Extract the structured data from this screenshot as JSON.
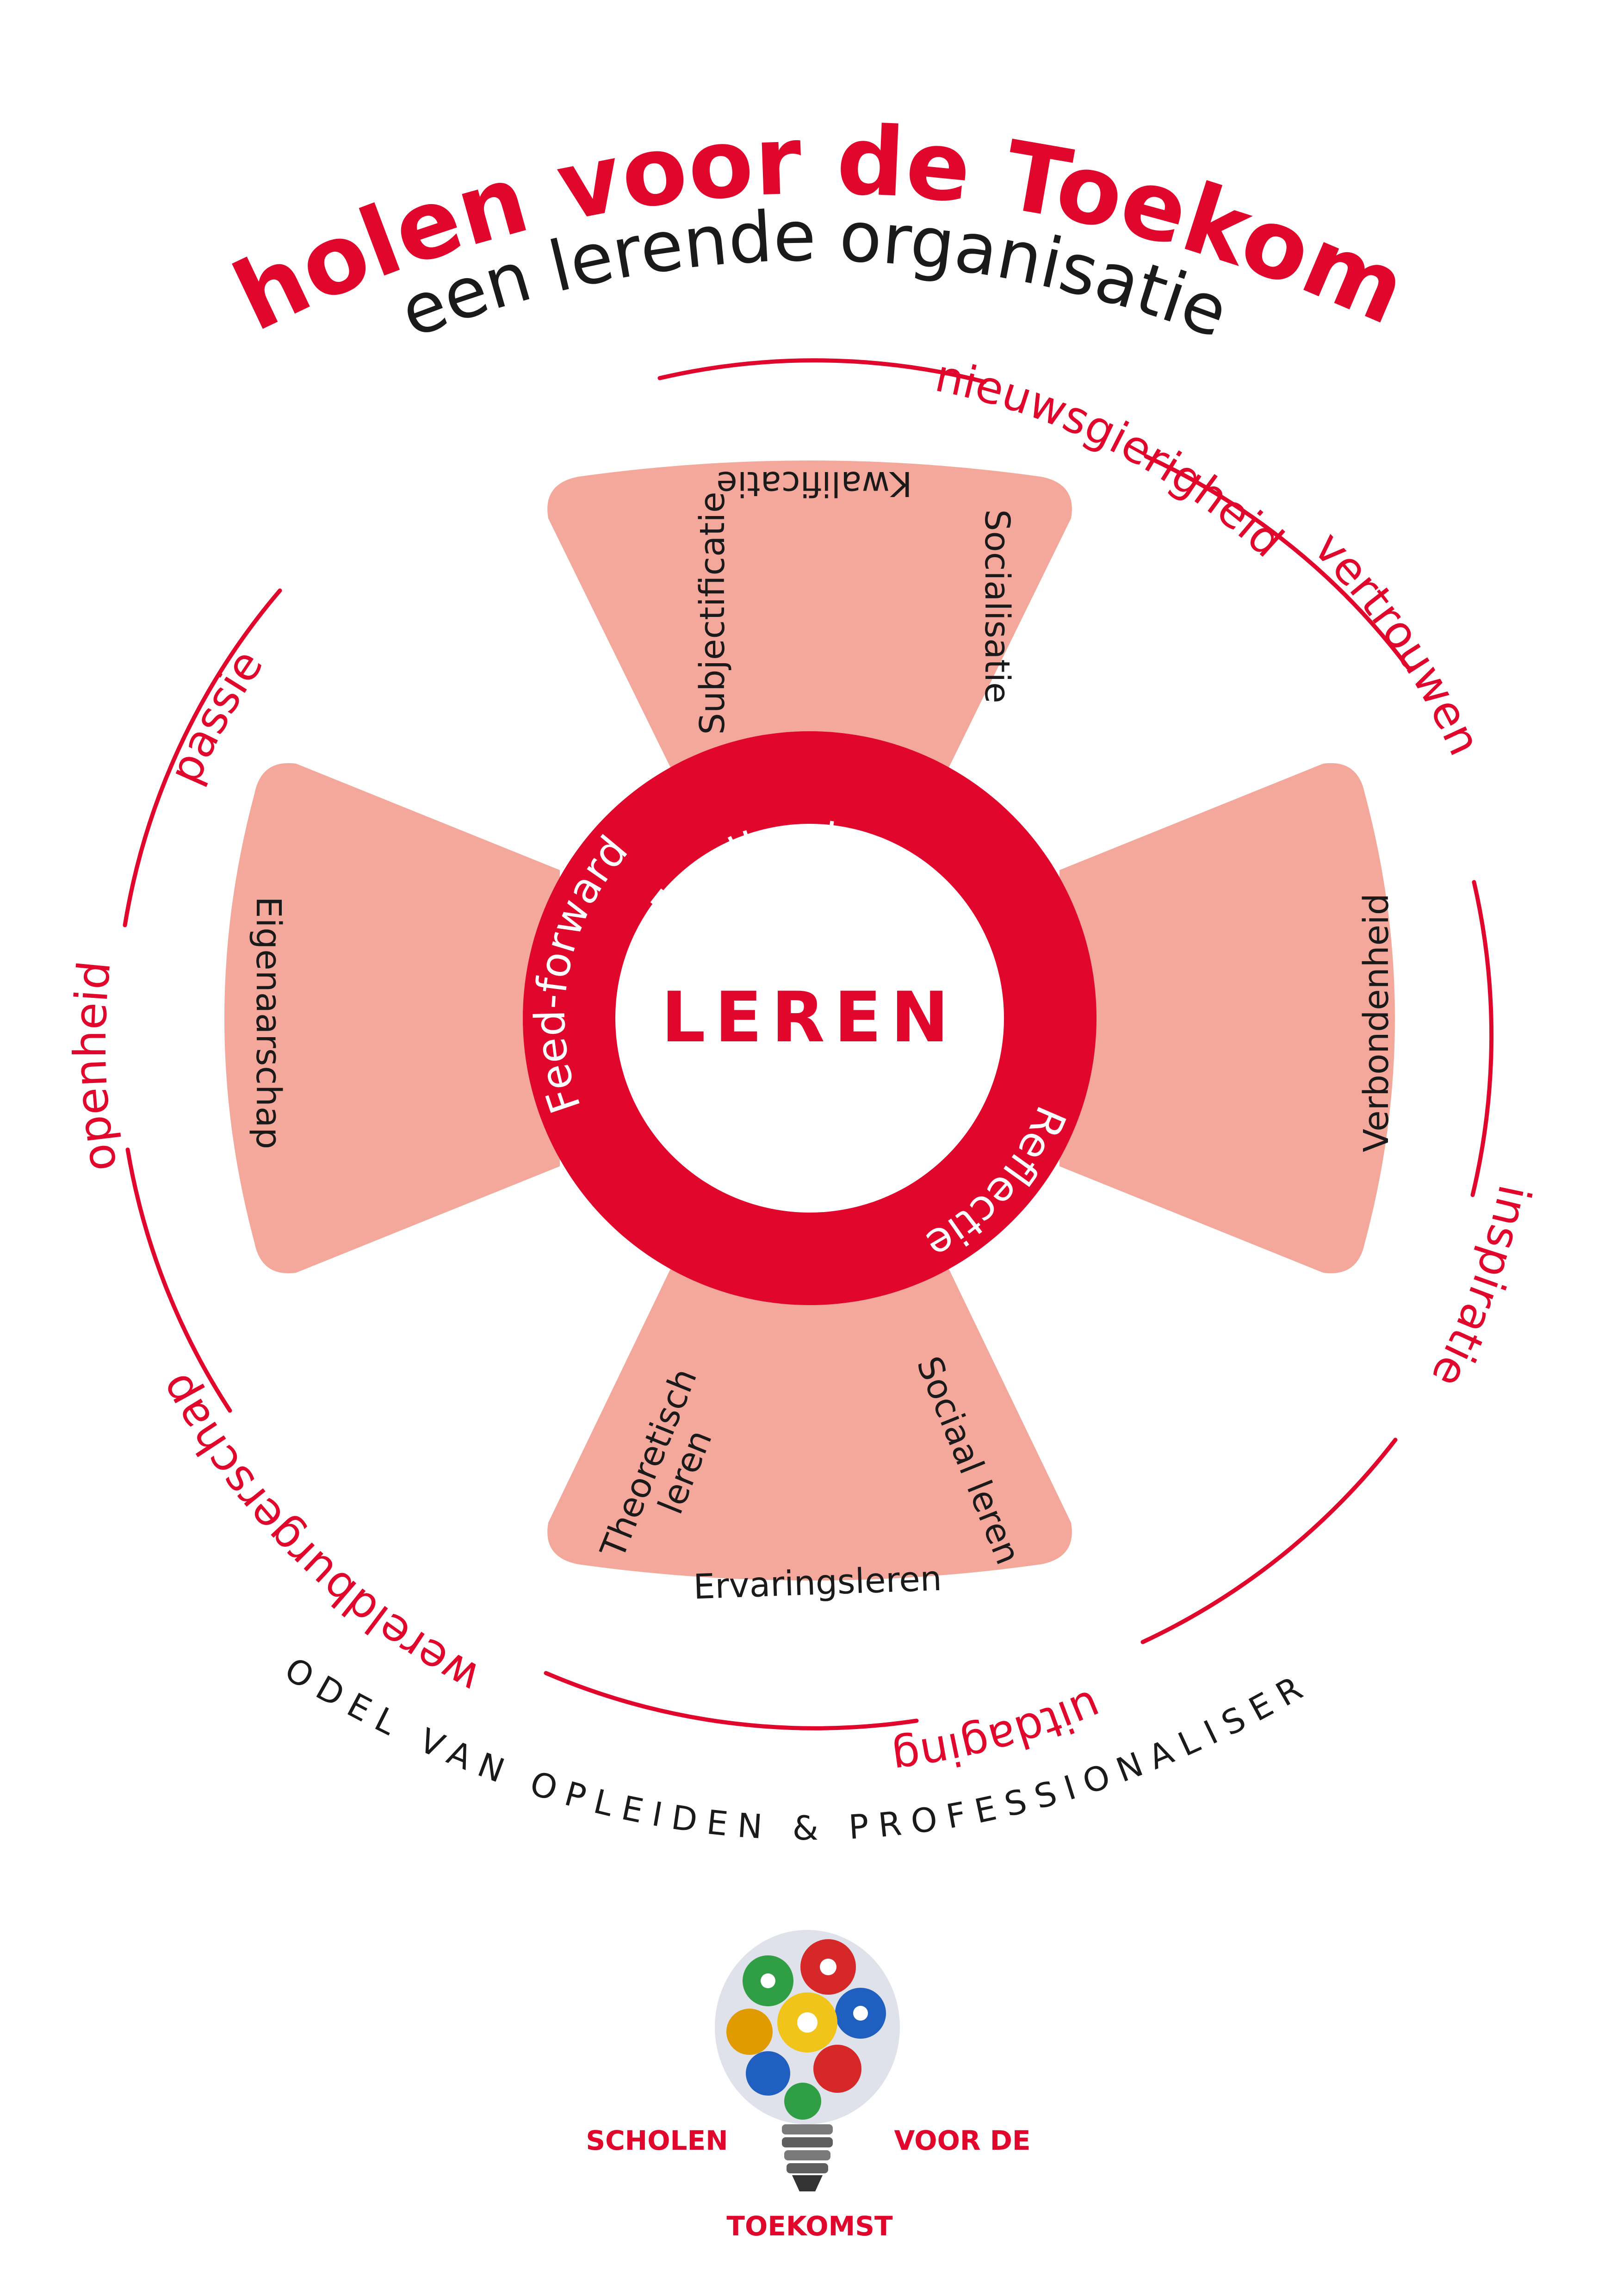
{
  "title": {
    "line1": "Scholen voor de Toekomst:",
    "line2": "een lerende organisatie"
  },
  "outer_values": {
    "passie": "passie",
    "vertrouwen": "vertrouwen",
    "inspiratie": "inspiratie",
    "uitdaging": "uitdaging",
    "wereldburgerschap": "wereldburgerschap",
    "openheid": "openheid",
    "nieuwsgierigheid": "nieuwsgierigheid"
  },
  "center": {
    "label": "LEREN",
    "ring": {
      "feedback": "Feedback",
      "reflectie": "Reflectie",
      "feed_forward": "Feed-forward"
    }
  },
  "petals": {
    "top": {
      "kwalificatie": "Kwalificatie",
      "subjectificatie": "Subjectificatie",
      "socialisatie": "Socialisatie"
    },
    "right": {
      "verbondenheid": "Verbondenheid"
    },
    "left": {
      "eigenaarschap": "Eigenaarschap"
    },
    "bottom": {
      "theoretisch_line1": "Theoretisch",
      "theoretisch_line2": "leren",
      "sociaal_leren": "Sociaal leren",
      "ervaringsleren": "Ervaringsleren"
    }
  },
  "subtitle": "MODEL VAN OPLEIDEN & PROFESSIONALISEREN",
  "logo": {
    "left": "SCHOLEN",
    "right": "VOOR DE",
    "bottom": "TOEKOMST"
  },
  "colors": {
    "brand_red": "#E1062C",
    "petal": "#F4A89B",
    "text_dark": "#1a1a1a"
  }
}
